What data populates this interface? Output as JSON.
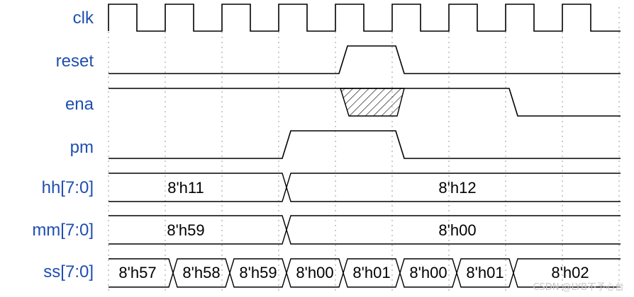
{
  "signals": [
    {
      "name": "clk"
    },
    {
      "name": "reset"
    },
    {
      "name": "ena"
    },
    {
      "name": "pm"
    },
    {
      "name": "hh[7:0]",
      "values": [
        "8'h11",
        "8'h12"
      ]
    },
    {
      "name": "mm[7:0]",
      "values": [
        "8'h59",
        "8'h00"
      ]
    },
    {
      "name": "ss[7:0]",
      "values": [
        "8'h57",
        "8'h58",
        "8'h59",
        "8'h00",
        "8'h01",
        "8'h00",
        "8'h01",
        "8'h02"
      ]
    }
  ],
  "colors": {
    "label": "#1f4fb0",
    "wave": "#000000",
    "grid": "#9a9a9a"
  },
  "watermark": "CSDN @LYB不予心台"
}
